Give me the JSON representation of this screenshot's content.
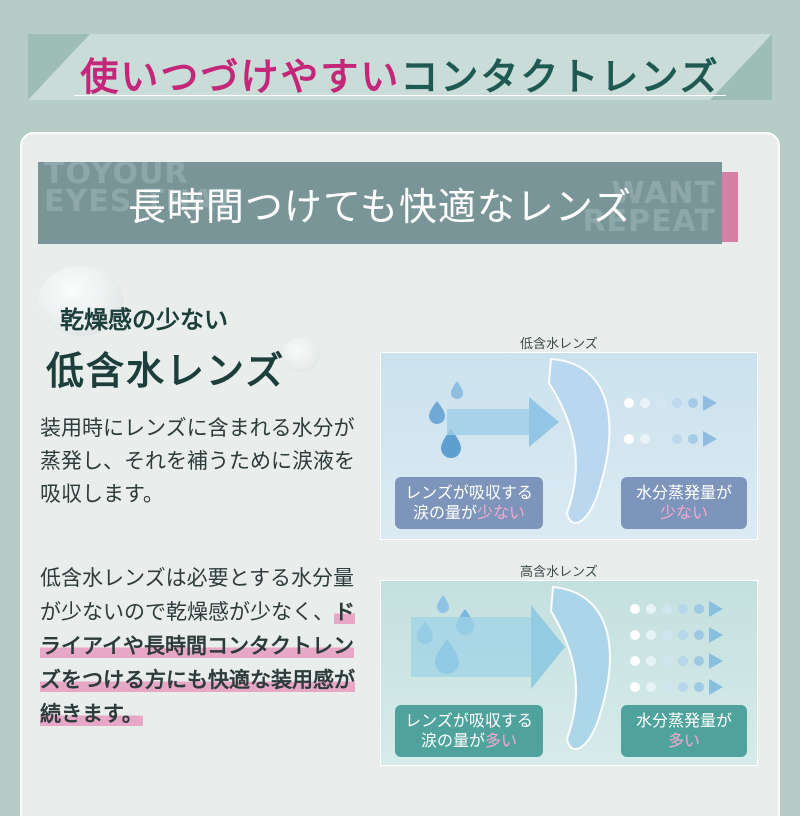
{
  "header": {
    "title_pink": "使いつづけやすい",
    "title_green": "コンタクトレンズ"
  },
  "subtitle": {
    "text": "長時間つけても快適なレンズ",
    "ghost_left": "TOYOUR\nEYES THAT",
    "ghost_right": "WANT\nREPEAT"
  },
  "intro": {
    "kicker": "乾燥感の少ない",
    "keyword": "低含水レンズ"
  },
  "paragraph1": "装用時にレンズに含まれる水分が蒸発し、それを補うために涙液を吸収します。",
  "paragraph2": {
    "plain": "低含水レンズは必要とする水分量が少ないので乾燥感が少なく、",
    "highlight": "ドライアイや長時間コンタクトレンズをつける方にも快適な装用感が続きます。"
  },
  "diagram_low": {
    "label": "低含水レンズ",
    "absorb_line1": "レンズが吸収する",
    "absorb_line2": "涙の量が",
    "absorb_accent": "少ない",
    "evap_line1": "水分蒸発量が",
    "evap_accent": "少ない"
  },
  "diagram_high": {
    "label": "高含水レンズ",
    "absorb_line1": "レンズが吸収する",
    "absorb_line2": "涙の量が",
    "absorb_accent": "多い",
    "evap_line1": "水分蒸発量が",
    "evap_accent": "多い"
  },
  "colors": {
    "background": "#b6cdc7",
    "pink_accent": "#c4267a",
    "dark_green": "#1e5a52",
    "low_badge": "#7d95bb",
    "high_badge": "#4fa39c"
  }
}
